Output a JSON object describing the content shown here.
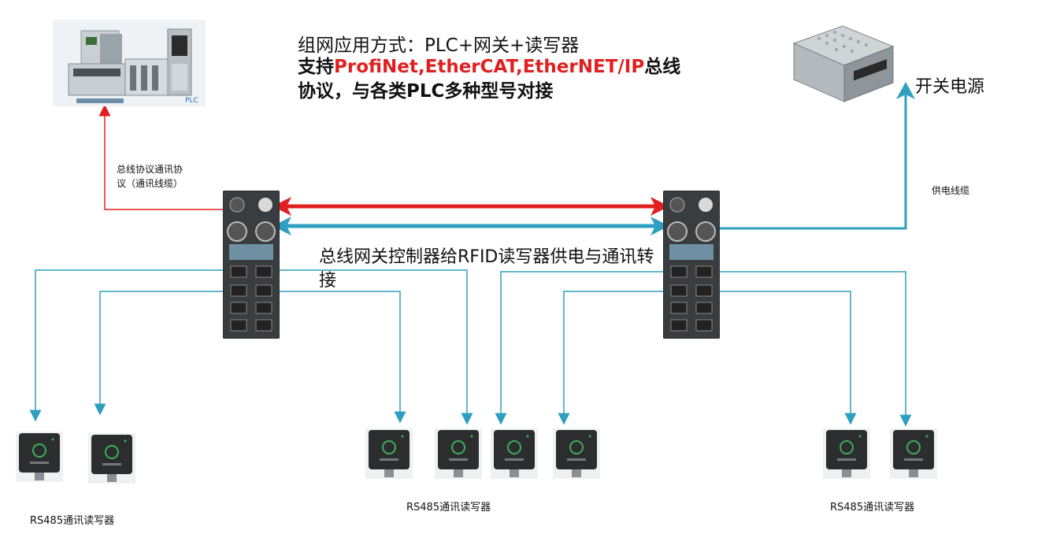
{
  "heading": {
    "line1": "组网应用方式：PLC+网关+读写器",
    "support_prefix": "支持",
    "protocols": "ProfiNet,EtherCAT,EtherNET/IP",
    "support_suffix": "总线协议，与各类PLC多种型号对接"
  },
  "plc": {
    "caption": "PLC"
  },
  "bus_label": "总线协议通讯协议（通讯线缆）",
  "power_cable_label": "供电线缆",
  "power_supply_label": "开关电源",
  "gateway_label": "总线网关控制器给RFID读写器供电与通讯转接",
  "reader_groups": [
    {
      "label": "RS485通讯读写器"
    },
    {
      "label": "RS485通讯读写器"
    },
    {
      "label": "RS485通讯读写器"
    }
  ],
  "colors": {
    "bus": "#e02020",
    "cable": "#2e9fc0",
    "protocol_highlight": "#e02020"
  }
}
